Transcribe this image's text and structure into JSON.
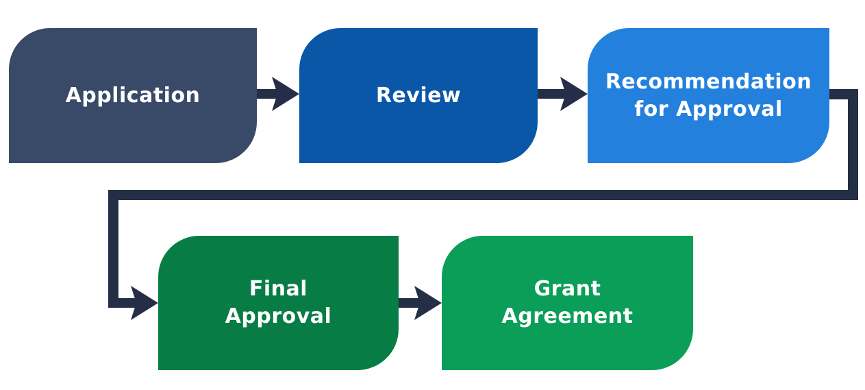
{
  "diagram": {
    "type": "flowchart",
    "background_color": "#FFFFFF",
    "text_color": "#FFFFFF",
    "steps": [
      {
        "label": "Application",
        "color": "#394A68"
      },
      {
        "label": "Review",
        "color": "#0A57A8"
      },
      {
        "label": "Recommendation\nfor Approval",
        "color": "#2380DD"
      },
      {
        "label": "Final\nApproval",
        "color": "#077D45"
      },
      {
        "label": "Grant\nAgreement",
        "color": "#0A9E58"
      }
    ],
    "flow_order": [
      "Application",
      "Review",
      "Recommendation for Approval",
      "Final Approval",
      "Grant Agreement"
    ],
    "connector": {
      "color": "#252E47",
      "style": "thick elbow line, right-angle turns",
      "arrow_icon": "arrow-right-icon"
    }
  }
}
